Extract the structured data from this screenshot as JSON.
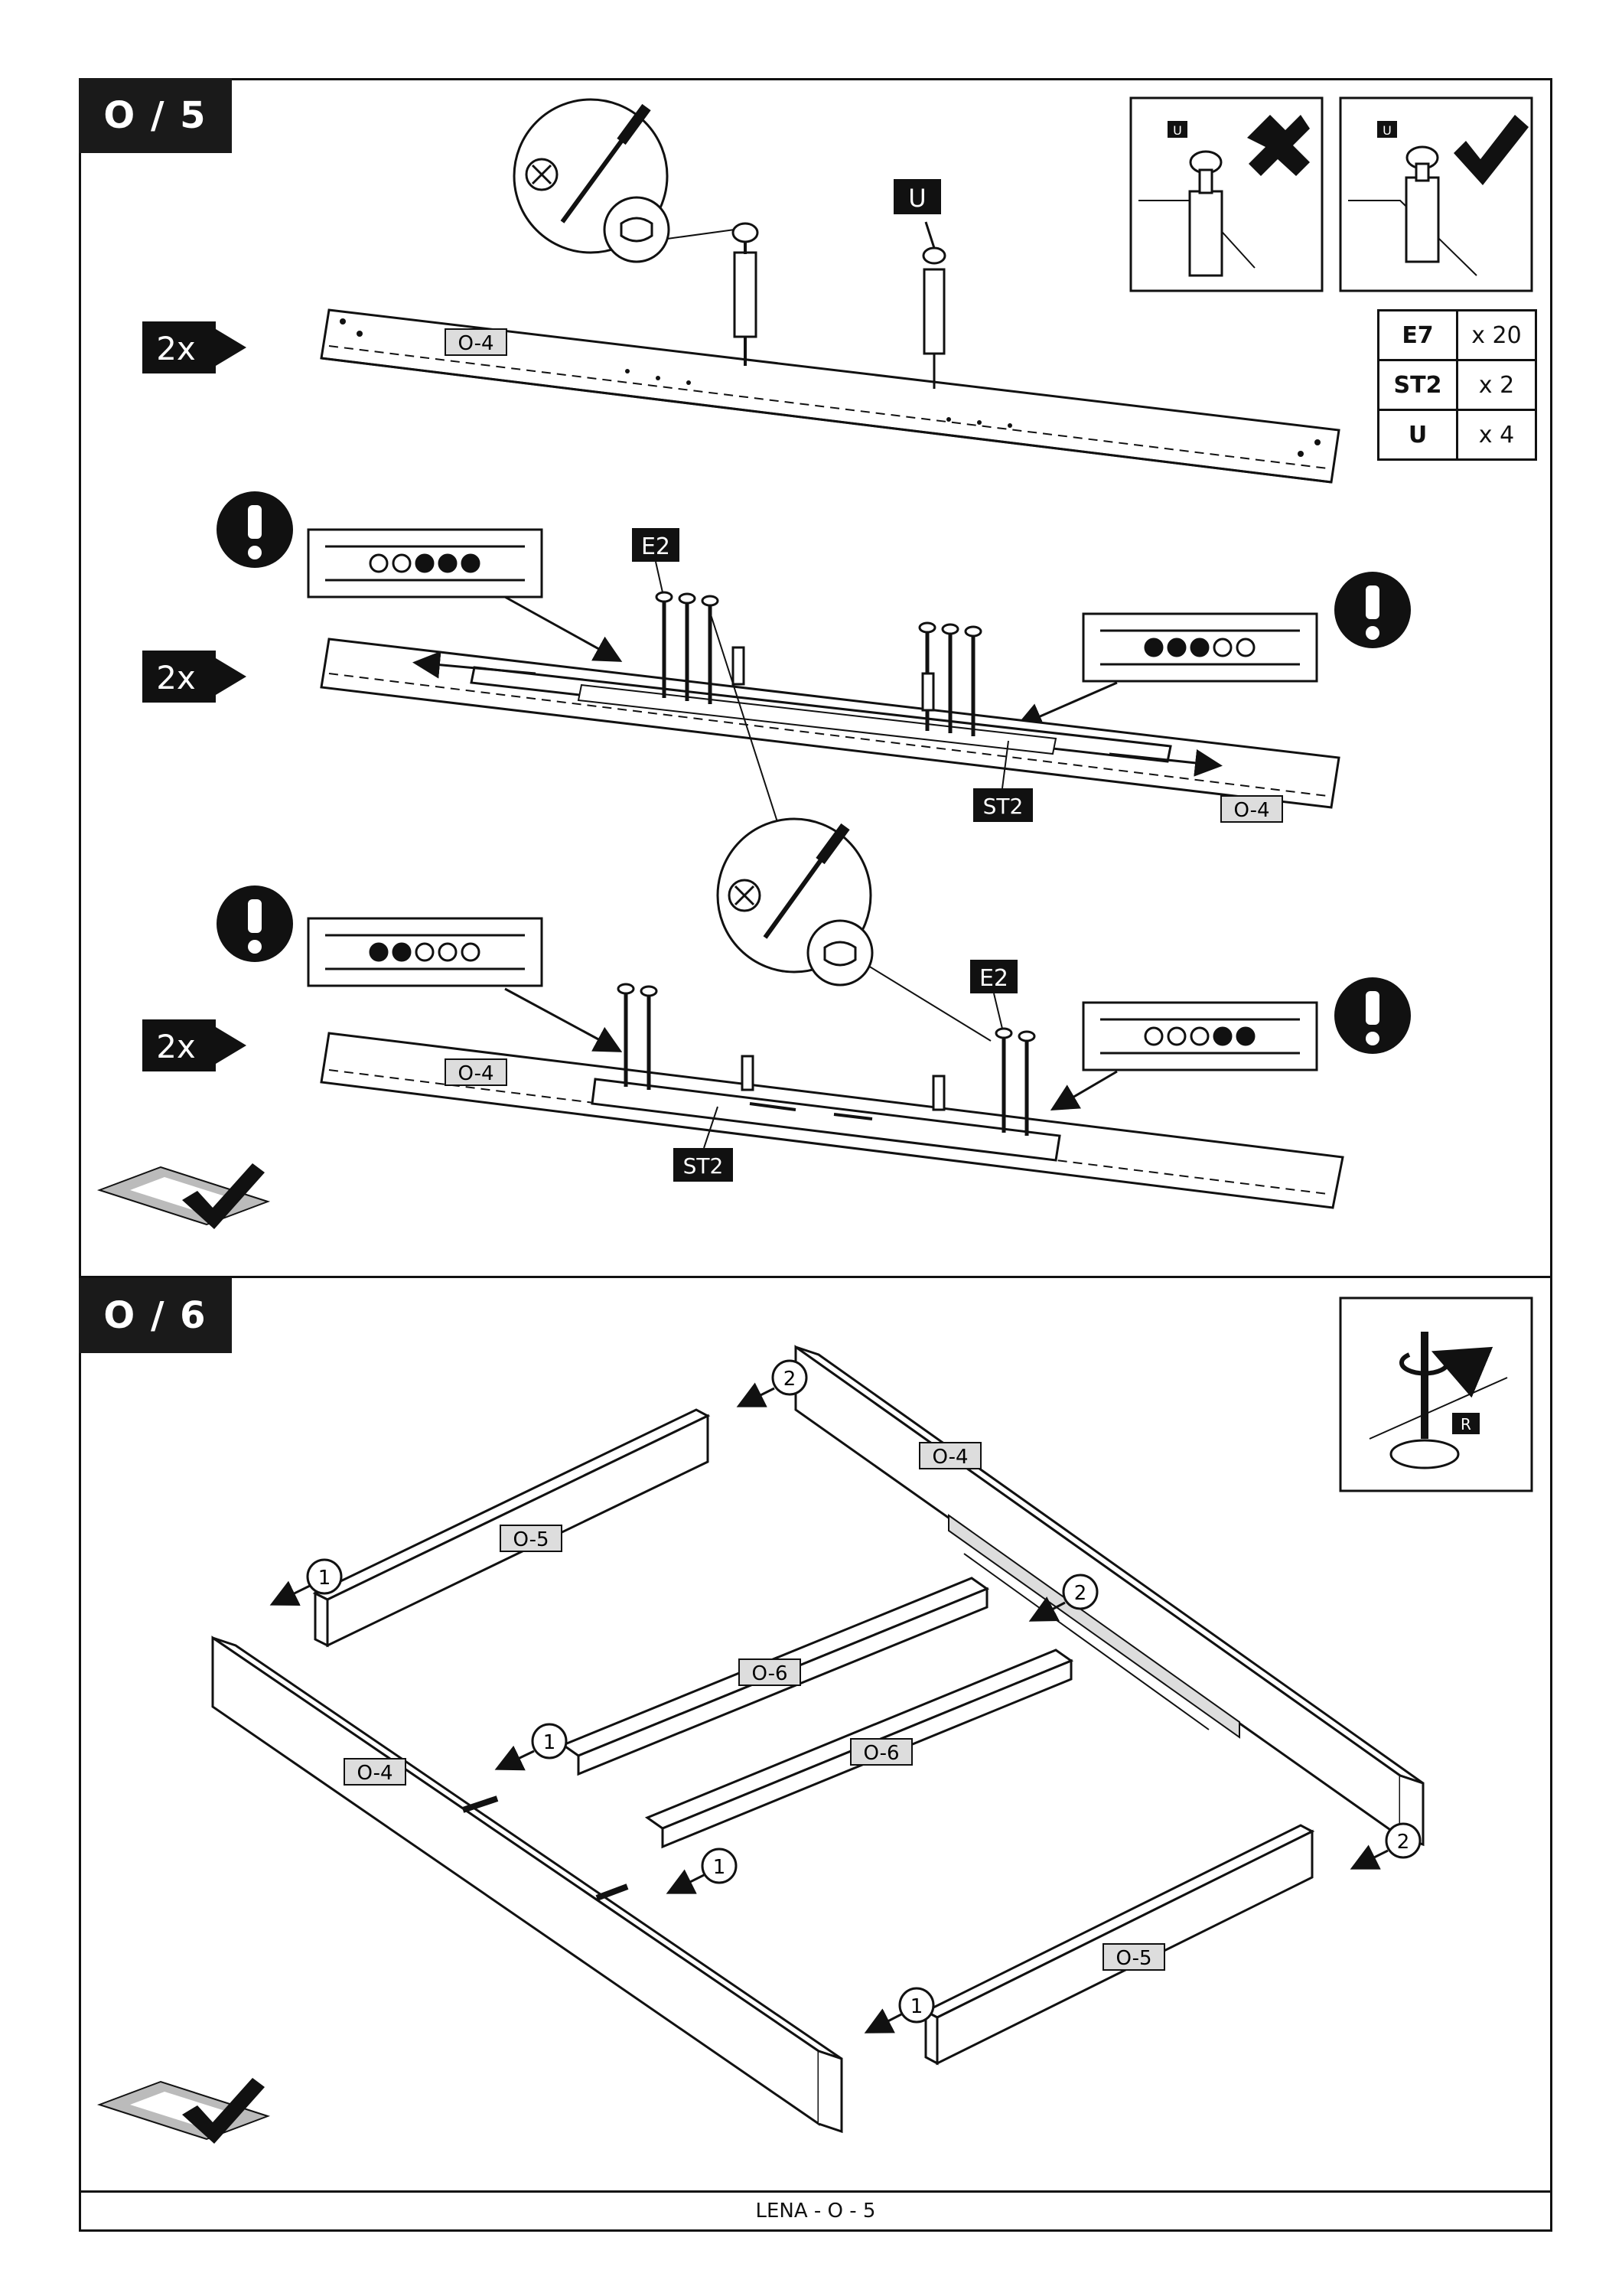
{
  "steps": [
    {
      "id": "O / 5"
    },
    {
      "id": "O / 6"
    }
  ],
  "parts_table": [
    {
      "code": "E7",
      "qty": "x 20"
    },
    {
      "code": "ST2",
      "qty": "x 2"
    },
    {
      "code": "U",
      "qty": "x 4"
    }
  ],
  "multipliers": {
    "row1": "2x",
    "row2": "2x",
    "row3": "2x"
  },
  "labels": {
    "o4": "O-4",
    "o5": "O-5",
    "o6": "O-6",
    "u": "U",
    "e2": "E2",
    "st2": "ST2",
    "r": "R",
    "one": "1",
    "two": "2"
  },
  "hole_patterns": {
    "row2_left": [
      "empty",
      "empty",
      "filled",
      "filled",
      "filled"
    ],
    "row2_right": [
      "filled",
      "filled",
      "filled",
      "empty",
      "empty"
    ],
    "row3_left": [
      "filled",
      "filled",
      "empty",
      "empty",
      "empty"
    ],
    "row3_right": [
      "empty",
      "empty",
      "empty",
      "filled",
      "filled"
    ]
  },
  "footer": "LENA - O - 5"
}
